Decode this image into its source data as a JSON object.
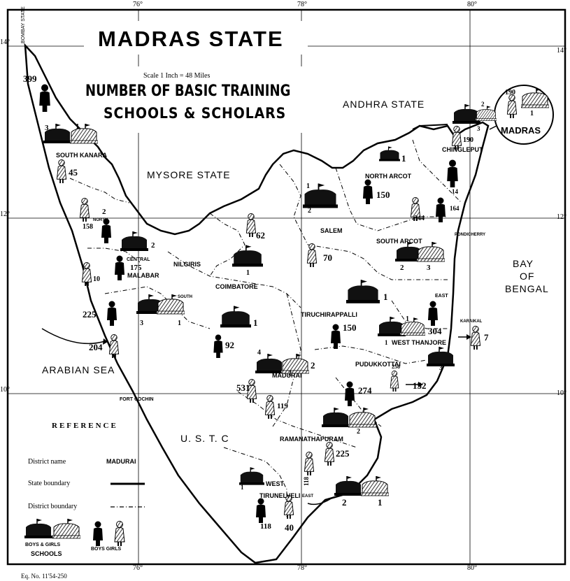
{
  "map": {
    "title": "MADRAS STATE",
    "scale": "Scale 1 Inch = 48 Miles",
    "subtitle_1": "NUMBER OF BASIC TRAINING",
    "subtitle_2": "SCHOOLS & SCHOLARS",
    "bombay_state": "BOMBAY STATE",
    "longitudes": [
      "76°",
      "78°",
      "80°"
    ],
    "latitudes": [
      "14°",
      "12°",
      "10°"
    ],
    "regions": {
      "andhra": "ANDHRA STATE",
      "mysore": "MYSORE STATE",
      "arabian_sea": "ARABIAN SEA",
      "bay_1": "BAY",
      "bay_2": "OF",
      "bay_3": "BENGAL",
      "ustc": "U. S. T. C",
      "madras_city": "MADRAS"
    },
    "districts": {
      "south_kanara": "SOUTH KANARA",
      "north_arcot": "NORTH ARCOT",
      "chingleput": "CHINGLEPUT",
      "salem": "SALEM",
      "south_arcot": "SOUTH ARCOT",
      "pondicherry": "PONDICHERRY",
      "nilgiris": "NILGIRIS",
      "coimbatore": "COIMBATORE",
      "malabar_north": "NORTH",
      "malabar_central": "CENTRAL",
      "malabar": "MALABAR",
      "malabar_south": "SOUTH",
      "tiruchirappalli": "TIRUCHIRAPPALLI",
      "east": "EAST",
      "karaikal": "KARAIKAL",
      "thanjavur": "WEST THANJORE",
      "pudukkottai": "PUDUKKOTTAI",
      "madurai": "MADURAI",
      "fort_cochin": "FORT COCHIN",
      "ramanathapuram": "RAMANATHAPURAM",
      "west": "WEST",
      "tirunelveli": "TIRUNELVELI",
      "tirunelveli_east": "EAST"
    },
    "numbers": [
      "399",
      "3",
      "1",
      "45",
      "2",
      "158",
      "2",
      "175",
      "10",
      "225",
      "3",
      "1",
      "204",
      "62",
      "1",
      "1",
      "92",
      "2",
      "150",
      "70",
      "1",
      "2",
      "3",
      "1",
      "150",
      "1",
      "1",
      "304",
      "7",
      "3",
      "2",
      "4",
      "2",
      "531",
      "119",
      "274",
      "258",
      "152",
      "2",
      "225",
      "118",
      "1",
      "118",
      "2",
      "1",
      "40",
      "190",
      "3",
      "2",
      "1",
      "190",
      "14",
      "164",
      "344",
      "1"
    ],
    "reference": {
      "heading": "REFERENCE",
      "district_name_label": "District name",
      "district_name_example": "MADURAI",
      "state_boundary_label": "State boundary",
      "district_boundary_label": "District boundary",
      "legend_boys_girls_schools": "BOYS & GIRLS",
      "legend_schools": "SCHOOLS",
      "legend_boys_girls_scholars": "BOYS GIRLS"
    },
    "footer": "Eq. No. 11'54-250"
  }
}
